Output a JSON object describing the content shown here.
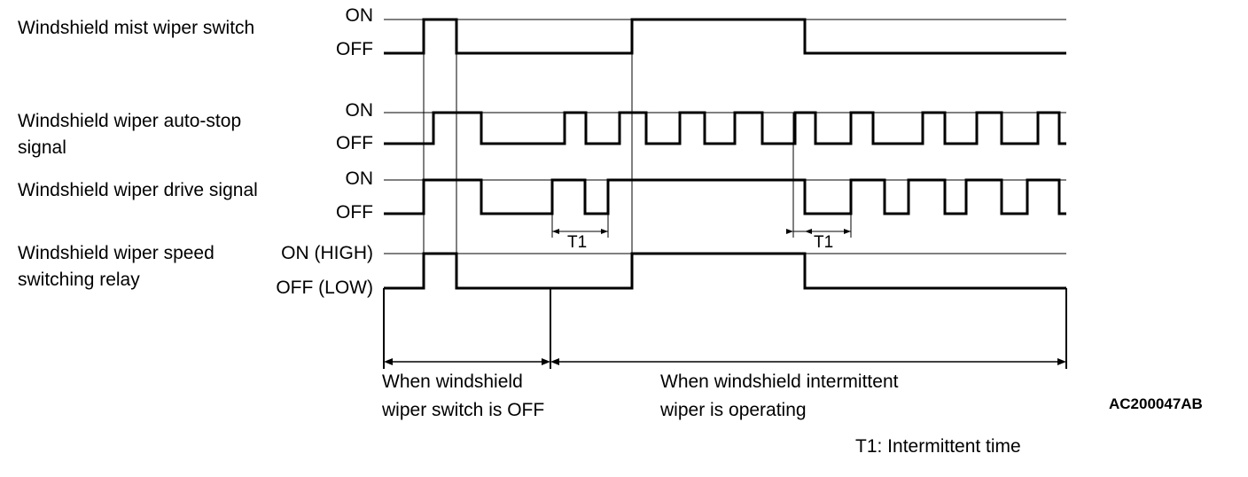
{
  "signals": [
    {
      "key": "mist",
      "label_lines": [
        "Windshield mist wiper switch"
      ],
      "on_label": "ON",
      "off_label": "OFF"
    },
    {
      "key": "autostop",
      "label_lines": [
        "Windshield wiper auto-stop",
        "signal"
      ],
      "on_label": "ON",
      "off_label": "OFF"
    },
    {
      "key": "drive",
      "label_lines": [
        "Windshield wiper drive signal"
      ],
      "on_label": "ON",
      "off_label": "OFF"
    },
    {
      "key": "relay",
      "label_lines": [
        "Windshield wiper speed",
        "switching relay"
      ],
      "on_label": "ON (HIGH)",
      "off_label": "OFF (LOW)"
    }
  ],
  "intervals": {
    "t1_label": "T1",
    "off_period_lines": [
      "When windshield",
      "wiper switch is OFF"
    ],
    "intermittent_period_lines": [
      "When windshield intermittent",
      "wiper is operating"
    ]
  },
  "footnote": "T1: Intermittent time",
  "figure_code": "AC200047AB"
}
